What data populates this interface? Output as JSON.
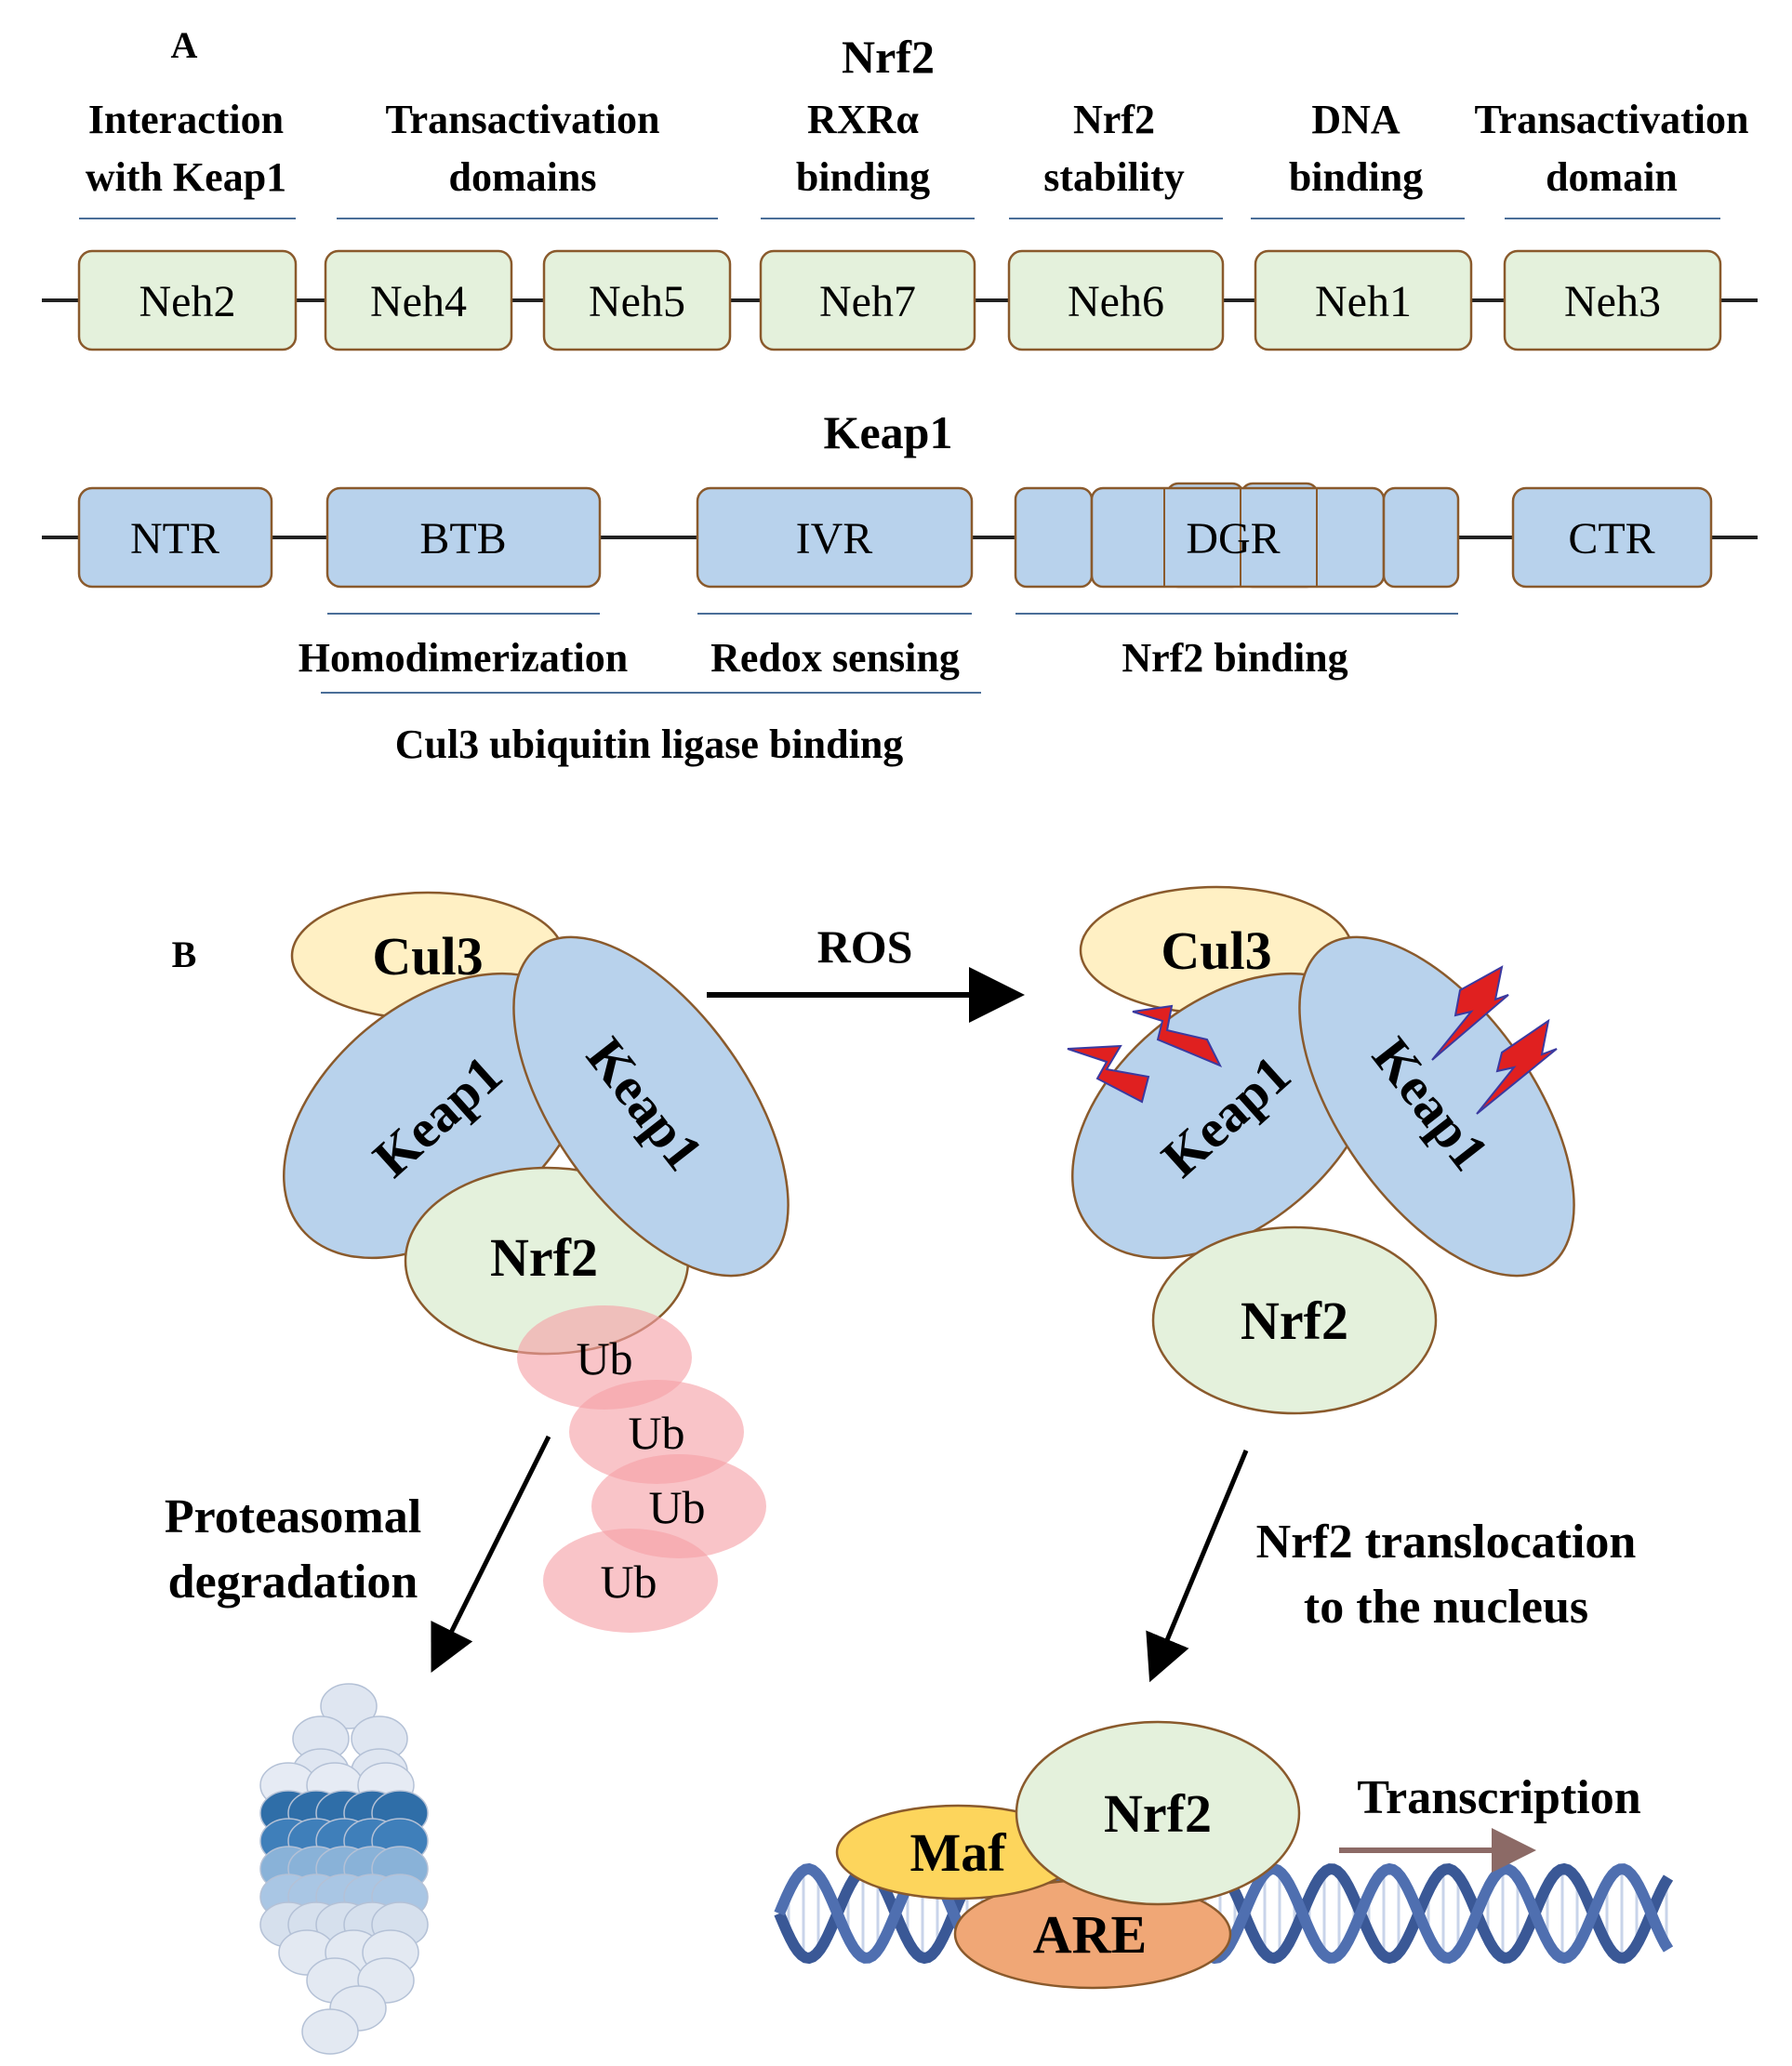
{
  "panel_a": {
    "label": "A",
    "nrf2": {
      "title": "Nrf2",
      "annotations": [
        {
          "line1": "Interaction",
          "line2": "with Keap1"
        },
        {
          "line1": "Transactivation",
          "line2": "domains"
        },
        {
          "line1": "RXRα",
          "line2": "binding"
        },
        {
          "line1": "Nrf2",
          "line2": "stability"
        },
        {
          "line1": "DNA",
          "line2": "binding"
        },
        {
          "line1": "Transactivation",
          "line2": "domain"
        }
      ],
      "domains": [
        "Neh2",
        "Neh4",
        "Neh5",
        "Neh7",
        "Neh6",
        "Neh1",
        "Neh3"
      ]
    },
    "keap1": {
      "title": "Keap1",
      "domains": [
        "NTR",
        "BTB",
        "IVR",
        "DGR",
        "CTR"
      ],
      "annotations": {
        "homodimerization": "Homodimerization",
        "redox_sensing": "Redox sensing",
        "nrf2_binding": "Nrf2 binding",
        "cul3_binding": "Cul3 ubiquitin ligase binding"
      }
    }
  },
  "panel_b": {
    "label": "B",
    "left_complex": {
      "cul3": "Cul3",
      "keap1_a": "Keap1",
      "keap1_b": "Keap1",
      "nrf2": "Nrf2",
      "ub": [
        "Ub",
        "Ub",
        "Ub",
        "Ub"
      ]
    },
    "ros_label": "ROS",
    "right_complex": {
      "cul3": "Cul3",
      "keap1_a": "Keap1",
      "keap1_b": "Keap1",
      "nrf2": "Nrf2"
    },
    "proteasomal": {
      "line1": "Proteasomal",
      "line2": "degradation"
    },
    "translocation": {
      "line1": "Nrf2 translocation",
      "line2": "to the nucleus"
    },
    "nucleus": {
      "maf": "Maf",
      "nrf2": "Nrf2",
      "are": "ARE",
      "transcription": "Transcription"
    }
  },
  "colors": {
    "nrf2_domain_fill": "#e4f1dc",
    "domain_border": "#8a5a2c",
    "keap1_fill": "#b8d2ec",
    "keap1_border": "#3d6a98",
    "cul3_fill": "#fff0c4",
    "ub_fill": "#f6a0a6",
    "maf_fill": "#fdd55c",
    "are_fill": "#f0a776",
    "dna_blue": "#3a5896",
    "bolt_red": "#e02020"
  }
}
